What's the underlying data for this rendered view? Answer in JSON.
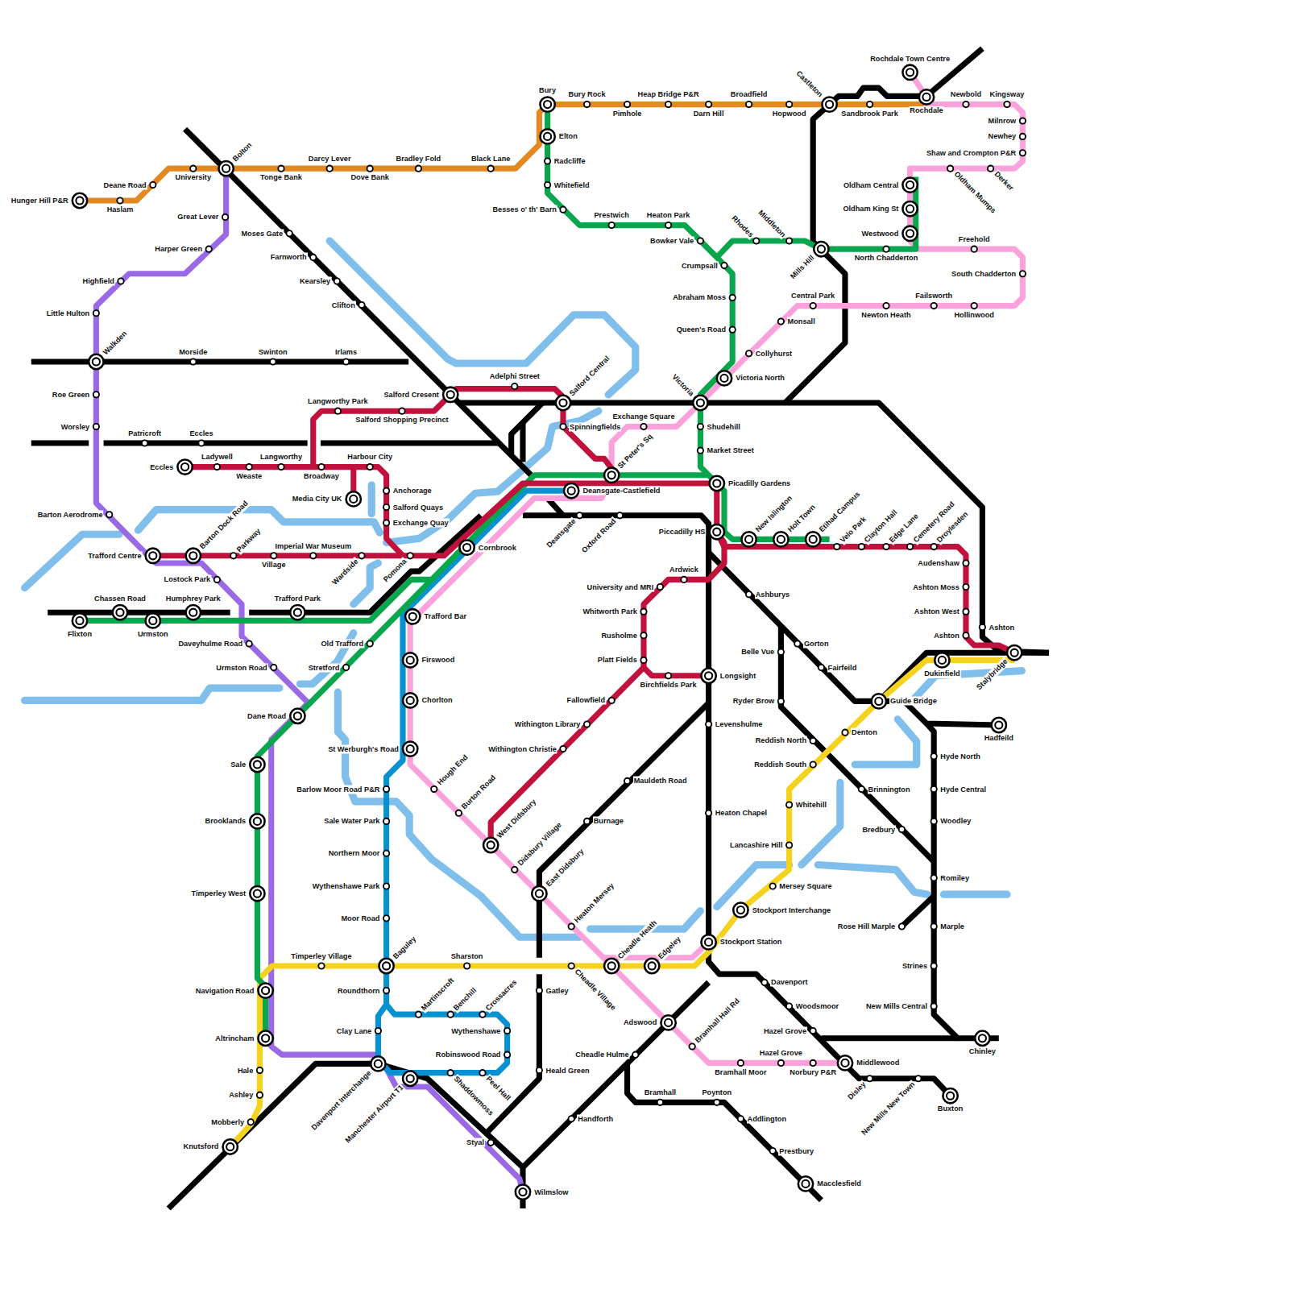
{
  "diagram": {
    "labels": [
      "Hunger Hill P&R",
      "Haslam",
      "Deane Road",
      "University",
      "Bolton",
      "Tonge Bank",
      "Darcy Lever",
      "Dove Bank",
      "Bradley Fold",
      "Black Lane",
      "Bury",
      "Bury Rock",
      "Pimhole",
      "Heap Bridge P&R",
      "Darn Hill",
      "Broadfield",
      "Hopwood",
      "Castleton",
      "Sandbrook Park",
      "Rochdale Town Centre",
      "Rochdale",
      "Newbold",
      "Kingsway",
      "Milnrow",
      "Newhey",
      "Shaw and Crompton P&R",
      "Oldham Mumps",
      "Derker",
      "Oldham Central",
      "Oldham King St",
      "Westwood",
      "Freehold",
      "South Chadderton",
      "North Chadderton",
      "Mills Hill",
      "Rhodes",
      "Middleton",
      "Central Park",
      "Newton Heath",
      "Failsworth",
      "Hollinwood",
      "Monsall",
      "Collyhurst",
      "Victoria North",
      "Victoria",
      "Elton",
      "Radcliffe",
      "Whitefield",
      "Besses o' th' Barn",
      "Prestwich",
      "Heaton Park",
      "Bowker Vale",
      "Crumpsall",
      "Abraham Moss",
      "Queen's Road",
      "Great Lever",
      "Harper Green",
      "Highfield",
      "Little Hulton",
      "Walkden",
      "Morside",
      "Swinton",
      "Irlams",
      "Moses Gate",
      "Farnworth",
      "Kearsley",
      "Clifton",
      "Roe Green",
      "Worsley",
      "Patricroft",
      "Eccles",
      "Salford Cresent",
      "Adelphi Street",
      "Salford Central",
      "Langworthy Park",
      "Salford Shopping Precinct",
      "Spinningfields",
      "Exchange Square",
      "St Peter's Sq",
      "Shudehill",
      "Market Street",
      "Eccles",
      "Ladywell",
      "Weaste",
      "Langworthy",
      "Broadway",
      "Harbour City",
      "Media City UK",
      "Anchorage",
      "Salford Quays",
      "Exchange Quay",
      "Deansgate-Castlefield",
      "Picadilly Gardens",
      "Piccadilly HS",
      "Deansgate",
      "Oxford Road",
      "New Islington",
      "Holt Town",
      "Etihad Campus",
      "Velo Park",
      "Clayton Hall",
      "Edge Lane",
      "Cemetery Road",
      "Droylesden",
      "Audenshaw",
      "Ashton Moss",
      "Ashton West",
      "Ashton",
      "Ashton",
      "Cornbrook",
      "Trafford Centre",
      "Barton Dock Road",
      "Parkway",
      "Imperial War Museum",
      "Village",
      "Wardside",
      "Pomona",
      "Barton Aerodrome",
      "Lostock Park",
      "Chassen Road",
      "Humphrey Park",
      "Trafford Park",
      "Flixton",
      "Urmston",
      "Daveyhulme Road",
      "Urmston Road",
      "Old Trafford",
      "Stretford",
      "Trafford Bar",
      "Ardwick",
      "University and MRI",
      "Ashburys",
      "Whitworth Park",
      "Rusholme",
      "Platt Fields",
      "Birchfields Park",
      "Longsight",
      "Belle Vue",
      "Gorton",
      "Fairfeild",
      "Ryder Brow",
      "Guide Bridge",
      "Firswood",
      "Chorlton",
      "Dane Road",
      "Fallowfield",
      "Withington Library",
      "Withington Christie",
      "Levenshulme",
      "Dukinfield",
      "Stalybridge",
      "Hadfeild",
      "Denton",
      "Reddish North",
      "Reddish South",
      "Hyde North",
      "Hyde Central",
      "Woodley",
      "Brinnington",
      "Bredbury",
      "Romiley",
      "Whitehill",
      "Lancashire Hill",
      "Heaton Chapel",
      "Mauldeth Road",
      "Burnage",
      "Sale",
      "St Werburgh's Road",
      "Hough End",
      "Burton Road",
      "West Didsbury",
      "Didsbury Village",
      "East Didsbury",
      "Barlow Moor Road P&R",
      "Sale Water Park",
      "Northern Moor",
      "Wythenshawe Park",
      "Moor Road",
      "Brooklands",
      "Timperley West",
      "Mersey Square",
      "Rose Hill Marple",
      "Marple",
      "Stockport Interchange",
      "Heaton Mersey",
      "Cheadle Heath",
      "Edgeley",
      "Stockport Station",
      "Timperley Village",
      "Baguley",
      "Sharston",
      "Cheadle Village",
      "Gatley",
      "Strines",
      "Navigation Road",
      "Roundthorn",
      "Martinscroft",
      "Benchill",
      "Crossacres",
      "Davenport",
      "Woodsmoor",
      "New Mills Central",
      "Adswood",
      "Wythenshawe",
      "Clay Lane",
      "Hazel Grove",
      "Altrincham",
      "Chinley",
      "Bramhall Hall Rd",
      "Cheadle Hulme",
      "Robinswood Road",
      "Hazel Grove",
      "Bramhall Moor",
      "Norbury P&R",
      "Middlewood",
      "Davenport Interchange",
      "Manchester Airport T1",
      "Shaddowmoss",
      "Peel Hall",
      "Heald Green",
      "Hale",
      "Disley",
      "New Mills New Town",
      "Ashley",
      "Bramhall",
      "Poynton",
      "Buxton",
      "Mobberly",
      "Handforth",
      "Addlington",
      "Knutsford",
      "Styal",
      "Prestbury",
      "Macclesfield",
      "Wilmslow"
    ]
  }
}
